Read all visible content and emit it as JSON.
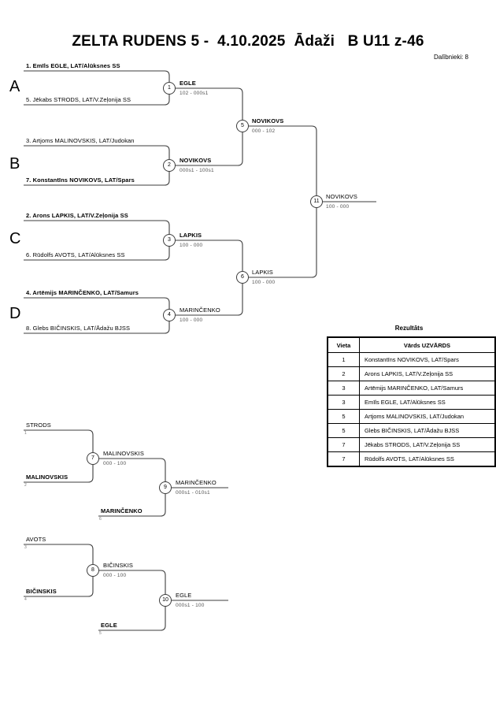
{
  "header": {
    "title": "ZELTA RUDENS 5 -  4.10.2025  Ādaži   B U11 z-46",
    "participants": "Dalībnieki: 8"
  },
  "main_bracket": {
    "section_labels": [
      "A",
      "B",
      "C",
      "D"
    ],
    "entrants": [
      {
        "label": "1. Emīls EGLE, LAT/Alūksnes SS",
        "winner": true
      },
      {
        "label": "5. Jēkabs STRODS, LAT/V.Zeļonija SS",
        "winner": false
      },
      {
        "label": "3. Artjoms MALINOVSKIS, LAT/Judokan",
        "winner": false
      },
      {
        "label": "7. Konstantīns NOVIKOVS, LAT/Spars",
        "winner": true
      },
      {
        "label": "2. Arons LAPKIS, LAT/V.Zeļonija SS",
        "winner": true
      },
      {
        "label": "6. Rūdolfs AVOTS, LAT/Alūksnes SS",
        "winner": false
      },
      {
        "label": "4. Artēmijs MARINČENKO, LAT/Samurs",
        "winner": true
      },
      {
        "label": "8. Glebs BIČINSKIS, LAT/Ādažu BJSS",
        "winner": false
      }
    ],
    "matches": {
      "m1": {
        "no": "1",
        "winner": "EGLE",
        "score": "102 - 000s1",
        "advanced": true
      },
      "m2": {
        "no": "2",
        "winner": "NOVIKOVS",
        "score": "000s1 - 100s1",
        "advanced": true
      },
      "m3": {
        "no": "3",
        "winner": "LAPKIS",
        "score": "100 - 000",
        "advanced": true
      },
      "m4": {
        "no": "4",
        "winner": "MARINČENKO",
        "score": "100 - 000",
        "advanced": false
      },
      "m5": {
        "no": "5",
        "winner": "NOVIKOVS",
        "score": "000 - 102",
        "advanced": true
      },
      "m6": {
        "no": "6",
        "winner": "LAPKIS",
        "score": "100 - 000",
        "advanced": false
      },
      "m11": {
        "no": "11",
        "winner": "NOVIKOVS",
        "score": "100 - 000",
        "advanced": false
      }
    }
  },
  "repechage": {
    "top": {
      "entrants": [
        {
          "label": "STRODS",
          "ref": "1",
          "winner": false
        },
        {
          "label": "MALINOVSKIS",
          "ref": "2",
          "winner": true
        },
        {
          "label": "MARINČENKO",
          "ref": "6",
          "winner": true
        }
      ],
      "matches": {
        "m7": {
          "no": "7",
          "winner": "MALINOVSKIS",
          "score": "000 - 100",
          "advanced": false
        },
        "m9": {
          "no": "9",
          "winner": "MARINČENKO",
          "score": "000s1 - 010s1",
          "advanced": false
        }
      }
    },
    "bottom": {
      "entrants": [
        {
          "label": "AVOTS",
          "ref": "3",
          "winner": false
        },
        {
          "label": "BIČINSKIS",
          "ref": "4",
          "winner": true
        },
        {
          "label": "EGLE",
          "ref": "5",
          "winner": true
        }
      ],
      "matches": {
        "m8": {
          "no": "8",
          "winner": "BIČINSKIS",
          "score": "000 - 100",
          "advanced": false
        },
        "m10": {
          "no": "10",
          "winner": "EGLE",
          "score": "000s1 - 100",
          "advanced": false
        }
      }
    }
  },
  "results": {
    "title": "Rezultāts",
    "columns": [
      "Vieta",
      "Vārds UZVĀRDS"
    ],
    "rows": [
      {
        "place": "1",
        "name": "Konstantīns NOVIKOVS, LAT/Spars"
      },
      {
        "place": "2",
        "name": "Arons LAPKIS, LAT/V.Zeļonija SS"
      },
      {
        "place": "3",
        "name": "Artēmijs MARINČENKO, LAT/Samurs"
      },
      {
        "place": "3",
        "name": "Emīls EGLE, LAT/Alūksnes SS"
      },
      {
        "place": "5",
        "name": "Artjoms MALINOVSKIS, LAT/Judokan"
      },
      {
        "place": "5",
        "name": "Glebs BIČINSKIS, LAT/Ādažu BJSS"
      },
      {
        "place": "7",
        "name": "Jēkabs STRODS, LAT/V.Zeļonija SS"
      },
      {
        "place": "7",
        "name": "Rūdolfs AVOTS, LAT/Alūksnes SS"
      }
    ]
  }
}
